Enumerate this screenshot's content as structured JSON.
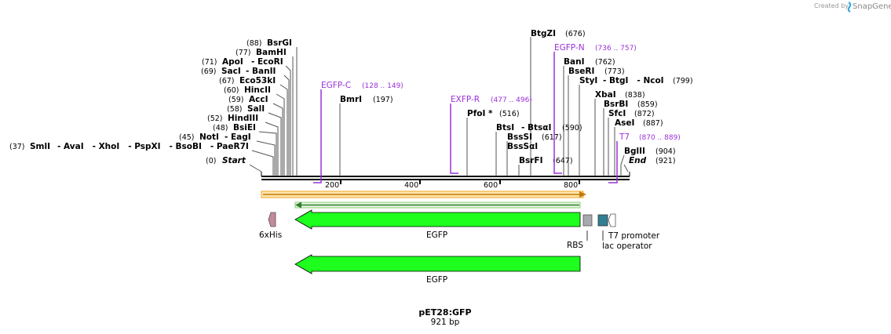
{
  "credit": {
    "prefix": "Created by",
    "brand": "SnapGene"
  },
  "map": {
    "name": "pET28:GFP",
    "length_label": "921 bp",
    "ruler_ticks": [
      "200",
      "400",
      "600",
      "800"
    ]
  },
  "left_labels": [
    {
      "pos": "(88)",
      "name": "BsrGI"
    },
    {
      "pos": "(77)",
      "name": "BamHI"
    },
    {
      "pos": "(71)",
      "name": "ApoI",
      "extra": "- EcoRI"
    },
    {
      "pos": "(69)",
      "name": "SacI",
      "extra": "- BanII"
    },
    {
      "pos": "(67)",
      "name": "Eco53kI"
    },
    {
      "pos": "(60)",
      "name": "HincII"
    },
    {
      "pos": "(59)",
      "name": "AccI"
    },
    {
      "pos": "(58)",
      "name": "SalI"
    },
    {
      "pos": "(52)",
      "name": "HindIII"
    },
    {
      "pos": "(48)",
      "name": "BsiEI"
    },
    {
      "pos": "(45)",
      "name": "NotI",
      "extra": "- EagI"
    },
    {
      "pos": "(37)",
      "name": "SmlI",
      "extra": "- AvaI   - XhoI   - PspXI   - BsoBI   - PaeR7I"
    },
    {
      "pos": "(0)",
      "name": "Start",
      "italic": true
    }
  ],
  "mid_labels": [
    {
      "name": "BmrI",
      "pos": "(197)"
    },
    {
      "name": "PfoI *",
      "pos": "(516)"
    },
    {
      "name": "BtsI",
      "extra": "- BtsαI",
      "pos": "(590)"
    },
    {
      "name": "BssSI",
      "pos": "(617)"
    },
    {
      "name": "BssSαI",
      "pos": ""
    },
    {
      "name": "BsrFI",
      "pos": "(647)"
    },
    {
      "name": "BtgZI",
      "pos": "(676)"
    },
    {
      "name": "BanI",
      "pos": "(762)"
    },
    {
      "name": "BseRI",
      "pos": "(773)"
    },
    {
      "name": "StyI",
      "extra": "- BtgI   - NcoI",
      "pos": "(799)"
    },
    {
      "name": "XbaI",
      "pos": "(838)"
    },
    {
      "name": "BsrBI",
      "pos": "(859)"
    },
    {
      "name": "SfcI",
      "pos": "(872)"
    },
    {
      "name": "AseI",
      "pos": "(887)"
    },
    {
      "name": "BglII",
      "pos": "(904)"
    },
    {
      "name": "End",
      "pos": "(921)",
      "italic": true
    }
  ],
  "primers": [
    {
      "name": "EGFP-C",
      "range": "(128 .. 149)"
    },
    {
      "name": "EXFP-R",
      "range": "(477 .. 496)"
    },
    {
      "name": "EGFP-N",
      "range": "(736 .. 757)"
    },
    {
      "name": "T7",
      "range": "(870 .. 889)"
    }
  ],
  "features": {
    "his": "6xHis",
    "egfp": "EGFP",
    "rbs": "RBS",
    "t7": "T7 promoter",
    "lac": "lac operator",
    "egfp2": "EGFP"
  },
  "colors": {
    "primer": "#9b30d9",
    "egfp": "#1eff1e",
    "orf_orange": "#f5a623",
    "orf_green": "#3cb43c",
    "his": "#c48a9a",
    "rbs": "#a8a8b0",
    "lac": "#2f7f95"
  }
}
